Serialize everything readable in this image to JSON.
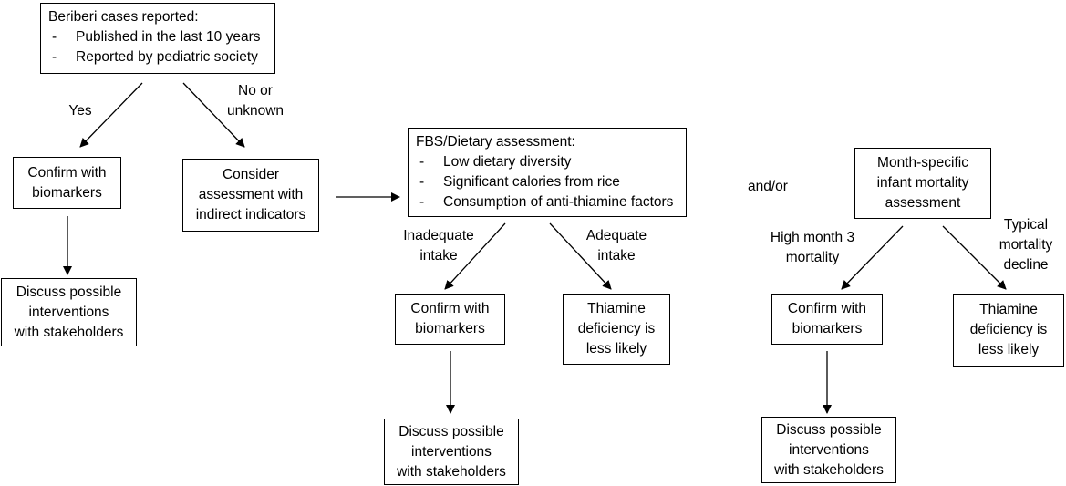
{
  "box_beriberi": {
    "heading": "Beriberi cases reported:",
    "items": [
      "Published in the last 10 years",
      "Reported by pediatric society"
    ]
  },
  "edge_yes": "Yes",
  "edge_no_unknown": [
    "No or",
    "unknown"
  ],
  "box_confirm_1": [
    "Confirm with",
    "biomarkers"
  ],
  "box_consider": [
    "Consider",
    "assessment with",
    "indirect indicators"
  ],
  "box_discuss_1": [
    "Discuss possible",
    "interventions",
    "with stakeholders"
  ],
  "box_fbs": {
    "heading": "FBS/Dietary assessment:",
    "items": [
      "Low dietary diversity",
      "Significant calories from rice",
      "Consumption of anti-thiamine factors"
    ]
  },
  "edge_inadequate": [
    "Inadequate",
    "intake"
  ],
  "edge_adequate": [
    "Adequate",
    "intake"
  ],
  "box_confirm_2": [
    "Confirm with",
    "biomarkers"
  ],
  "box_thiamine_1": [
    "Thiamine",
    "deficiency is",
    "less likely"
  ],
  "box_discuss_2": [
    "Discuss possible",
    "interventions",
    "with stakeholders"
  ],
  "and_or": "and/or",
  "box_month": [
    "Month-specific",
    "infant mortality",
    "assessment"
  ],
  "edge_high_month3": [
    "High month 3",
    "mortality"
  ],
  "edge_typical": [
    "Typical",
    "mortality",
    "decline"
  ],
  "box_confirm_3": [
    "Confirm with",
    "biomarkers"
  ],
  "box_thiamine_2": [
    "Thiamine",
    "deficiency is",
    "less likely"
  ],
  "box_discuss_3": [
    "Discuss possible",
    "interventions",
    "with stakeholders"
  ]
}
